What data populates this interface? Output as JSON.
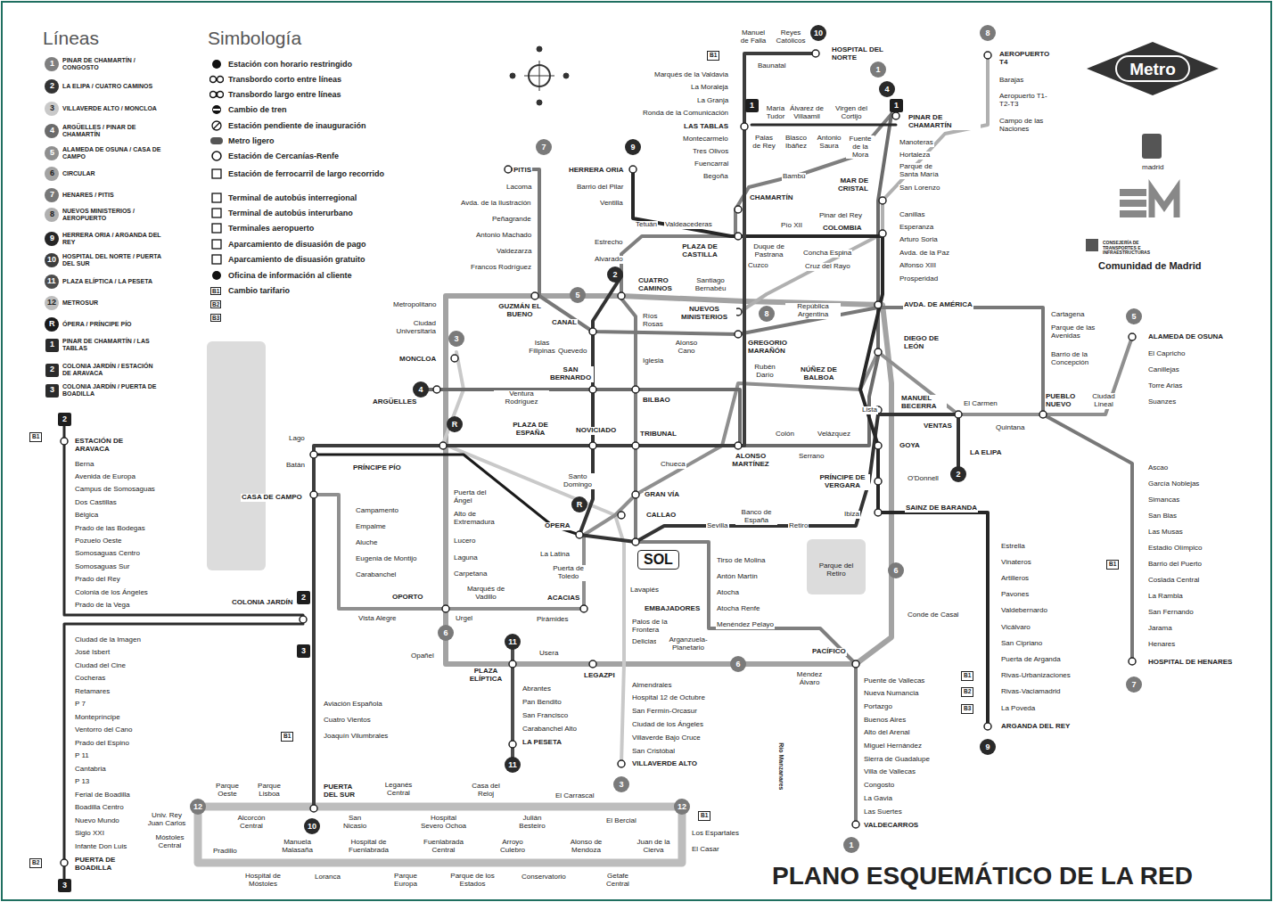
{
  "diagram": {
    "title": "PLANO ESQUEMÁTICO DE LA RED",
    "nodes": [
      {
        "text": [
          "Metro"
        ]
      },
      {
        "text": [
          "SOL"
        ]
      },
      {
        "text": [
          "10"
        ]
      },
      {
        "text": [
          "1"
        ]
      },
      {
        "text": [
          "1"
        ]
      },
      {
        "text": [
          "1"
        ]
      },
      {
        "text": [
          "4"
        ]
      },
      {
        "text": [
          "8"
        ]
      },
      {
        "text": [
          "9"
        ]
      },
      {
        "text": [
          "7"
        ]
      },
      {
        "text": [
          "2"
        ]
      },
      {
        "text": [
          "5"
        ]
      },
      {
        "text": [
          "3"
        ]
      },
      {
        "text": [
          "8"
        ]
      },
      {
        "text": [
          "4"
        ]
      },
      {
        "text": [
          "R"
        ]
      },
      {
        "text": [
          "R"
        ]
      },
      {
        "text": [
          "2"
        ]
      },
      {
        "text": [
          "5"
        ]
      },
      {
        "text": [
          "6"
        ]
      },
      {
        "text": [
          "6"
        ]
      },
      {
        "text": [
          "6"
        ]
      },
      {
        "text": [
          "11"
        ]
      },
      {
        "text": [
          "11"
        ]
      },
      {
        "text": [
          "3"
        ]
      },
      {
        "text": [
          "1"
        ]
      },
      {
        "text": [
          "9"
        ]
      },
      {
        "text": [
          "7"
        ]
      },
      {
        "text": [
          "10"
        ]
      },
      {
        "text": [
          "12"
        ]
      },
      {
        "text": [
          "12"
        ]
      },
      {
        "text": [
          "2"
        ]
      },
      {
        "text": [
          "2"
        ]
      },
      {
        "text": [
          "3"
        ]
      },
      {
        "text": [
          "3"
        ]
      },
      {
        "text": [
          "B1"
        ]
      },
      {
        "text": [
          "B1"
        ]
      },
      {
        "text": [
          "B2"
        ]
      },
      {
        "text": [
          "B3"
        ]
      },
      {
        "text": [
          "B1"
        ]
      },
      {
        "text": [
          "B1"
        ]
      },
      {
        "text": [
          "B1"
        ]
      },
      {
        "text": [
          "B1"
        ]
      },
      {
        "text": [
          "B2"
        ]
      }
    ],
    "labels": [
      "Líneas",
      "Simbología",
      "1",
      "2",
      "3",
      "4",
      "5",
      "6",
      "7",
      "8",
      "9",
      "10",
      "11",
      "12",
      "R",
      "1",
      "2",
      "3",
      "B1",
      "B2",
      "B3",
      "Manuel de Falla",
      "Reyes Católicos",
      "HOSPITAL DEL NORTE",
      "Baunatal",
      "Marqués de la Valdavia",
      "La Moraleja",
      "La Granja",
      "Ronda de la Comunicación",
      "LAS TABLAS",
      "Montecarmelo",
      "Tres Olivos",
      "Fuencarral",
      "Begoña",
      "CHAMARTÍN",
      "María Tudor",
      "Álvarez de Villaamil",
      "Virgen del Cortijo",
      "Palas de Rey",
      "Blasco Ibáñez",
      "Antonio Saura",
      "Fuente de la Mora",
      "PINAR DE CHAMARTÍN",
      "Manoteras",
      "Hortaleza",
      "Parque de Santa María",
      "San Lorenzo",
      "MAR DE CRISTAL",
      "Canillas",
      "Esperanza",
      "Arturo Soria",
      "Avda. de la Paz",
      "Alfonso XIII",
      "Prosperidad",
      "AEROPUERTO T4",
      "Barajas",
      "Aeropuerto T1-T2-T3",
      "Campo de las Naciones",
      "Bambú",
      "Pinar del Rey",
      "COLOMBIA",
      "Pío XII",
      "Duque de Pastrana",
      "Concha Espina",
      "Cruz del Rayo",
      "Cuzco",
      "PLAZA DE CASTILLA",
      "Santiago Bernabéu",
      "Tetuán",
      "Valdeacederas",
      "Estrecho",
      "Alvarado",
      "HERRERA ORIA",
      "Barrio del Pilar",
      "Ventilla",
      "PITIS",
      "Lacoma",
      "Avda. de la Ilustración",
      "Peñagrande",
      "Antonio Machado",
      "Valdezarza",
      "Francos Rodríguez",
      "CUATRO CAMINOS",
      "GUZMÁN EL BUENO",
      "Metropolitano",
      "Ciudad Universitaria",
      "MONCLOA",
      "Ríos Rosas",
      "CANAL",
      "Islas Filipinas",
      "Quevedo",
      "Alonso Cano",
      "Iglesia",
      "NUEVOS MINISTERIOS",
      "República Argentina",
      "GREGORIO MARAÑÓN",
      "SAN BERNARDO",
      "BILBAO",
      "Rubén Darío",
      "NÚÑEZ DE BALBOA",
      "Lista",
      "AVDA. DE AMÉRICA",
      "DIEGO DE LEÓN",
      "MANUEL BECERRA",
      "El Carmen",
      "VENTAS",
      "Quintana",
      "LA ELIPA",
      "PUEBLO NUEVO",
      "Ciudad Lineal",
      "Cartagena",
      "Parque de las Avenidas",
      "Barrio de la Concepción",
      "ALAMEDA DE OSUNA",
      "El Capricho",
      "Canillejas",
      "Torre Arias",
      "Suanzes",
      "ARGÜELLES",
      "Ventura Rodríguez",
      "PLAZA DE ESPAÑA",
      "NOVICIADO",
      "TRIBUNAL",
      "ALONSO MARTÍNEZ",
      "Colón",
      "Velázquez",
      "Serrano",
      "GOYA",
      "Chueca",
      "Santo Domingo",
      "GRAN VÍA",
      "CALLAO",
      "ÓPERA",
      "Banco de España",
      "Sevilla",
      "Retiro",
      "PRÍNCIPE DE VERGARA",
      "O'Donnell",
      "Ibiza",
      "SAINZ DE BARANDA",
      "Tirso de Molina",
      "Antón Martín",
      "Atocha",
      "Atocha Renfe",
      "Menéndez Pelayo",
      "Parque del Retiro",
      "La Latina",
      "Puerta de Toledo",
      "ACACIAS",
      "EMBAJADORES",
      "Lavapiés",
      "Palos de la Frontera",
      "Delicias",
      "Arganzuela-Planetario",
      "Pirámides",
      "LEGAZPI",
      "PACÍFICO",
      "Méndez Álvaro",
      "Conde de Casal",
      "Estrella",
      "Vinateros",
      "Artilleros",
      "Pavones",
      "Valdebernardo",
      "Vicálvaro",
      "San Cipriano",
      "Puerta de Arganda",
      "Rivas-Urbanizaciones",
      "Rivas-Vaciamadrid",
      "La Poveda",
      "ARGANDA DEL REY",
      "Ascao",
      "García Noblejas",
      "Simancas",
      "San Blas",
      "Las Musas",
      "Estadio Olímpico",
      "Barrio del Puerto",
      "Coslada Central",
      "La Rambla",
      "San Fernando",
      "Jarama",
      "Henares",
      "HOSPITAL DE HENARES",
      "Puente de Vallecas",
      "Nueva Numancia",
      "Portazgo",
      "Buenos Aires",
      "Alto del Arenal",
      "Miguel Hernández",
      "Sierra de Guadalupe",
      "Villa de Vallecas",
      "Congosto",
      "La Gavia",
      "Las Suertes",
      "VALDECARROS",
      "Río Manzanares",
      "Almendrales",
      "Hospital 12 de Octubre",
      "San Fermín-Orcasur",
      "Ciudad de los Ángeles",
      "Villaverde Bajo Cruce",
      "San Cristóbal",
      "VILLAVERDE ALTO",
      "PLAZA ELÍPTICA",
      "Abrantes",
      "Pan Bendito",
      "San Francisco",
      "Carabanchel Alto",
      "LA PESETA",
      "Usera",
      "Opañel",
      "Marqués de Vadillo",
      "Urgel",
      "OPORTO",
      "Vista Alegre",
      "Campamento",
      "Empalme",
      "Aluche",
      "Eugenia de Montijo",
      "Carabanchel",
      "Puerta del Ángel",
      "Alto de Extremadura",
      "Lucero",
      "Laguna",
      "Carpetana",
      "PRÍNCIPE PÍO",
      "Lago",
      "Batán",
      "CASA DE CAMPO",
      "COLONIA JARDÍN",
      "Aviación Española",
      "Cuatro Vientos",
      "Joaquín Vilumbrales",
      "PUERTA DEL SUR",
      "Parque Oeste",
      "Parque Lisboa",
      "Leganés Central",
      "Casa del Reloj",
      "El Carrascal",
      "Alcorcón Central",
      "San Nicasio",
      "Hospital Severo Ochoa",
      "Julián Besteiro",
      "El Bercial",
      "Manuela Malasaña",
      "Hospital de Fuenlabrada",
      "Fuenlabrada Central",
      "Arroyo Culebro",
      "Alonso de Mendoza",
      "Juan de la Cierva",
      "Univ. Rey Juan Carlos",
      "Móstoles Central",
      "Pradillo",
      "Hospital de Móstoles",
      "Loranca",
      "Parque Europa",
      "Parque de los Estados",
      "Conservatorio",
      "Getafe Central",
      "Los Espartales",
      "El Casar",
      "ESTACIÓN DE ARAVACA",
      "Berna",
      "Avenida de Europa",
      "Campus de Somosaguas",
      "Dos Castillas",
      "Bélgica",
      "Prado de las Bodegas",
      "Pozuelo Oeste",
      "Somosaguas Centro",
      "Somosaguas Sur",
      "Prado del Rey",
      "Colonia de los Ángeles",
      "Prado de la Vega",
      "Ciudad de la Imagen",
      "José Isbert",
      "Ciudad del Cine",
      "Cocheras",
      "Retamares",
      "P 7",
      "Montepríncipe",
      "Ventorro del Cano",
      "Prado del Espino",
      "P 11",
      "Cantabria",
      "P 13",
      "Ferial de Boadilla",
      "Boadilla Centro",
      "Nuevo Mundo",
      "Siglo XXI",
      "Infante Don Luis",
      "PUERTA DE BOADILLA",
      "madrid",
      "CONSEJERÍA DE TRANSPORTES E INFRAESTRUCTURAS",
      "Comunidad de Madrid"
    ],
    "legend": [
      {
        "text": "PINAR DE CHAMARTÍN / CONGOSTO",
        "color": "#7f7f7f"
      },
      {
        "text": "LA ELIPA / CUATRO CAMINOS",
        "color": "#333333"
      },
      {
        "text": "VILLAVERDE ALTO / MONCLOA",
        "color": "#c9c9c9"
      },
      {
        "text": "ARGÜELLES / PINAR DE CHAMARTÍN",
        "color": "#6b6b6b"
      },
      {
        "text": "ALAMEDA DE OSUNA / CASA DE CAMPO",
        "color": "#8f8f8f"
      },
      {
        "text": "CIRCULAR",
        "color": "#a3a3a3"
      },
      {
        "text": "HENARES / PITIS",
        "color": "#787878"
      },
      {
        "text": "NUEVOS MINISTERIOS / AEROPUERTO",
        "color": "#b0b0b0"
      },
      {
        "text": "HERRERA ORIA / ARGANDA DEL REY",
        "color": "#262626"
      },
      {
        "text": "HOSPITAL DEL NORTE / PUERTA DEL SUR",
        "color": "#3d3d3d"
      },
      {
        "text": "PLAZA ELÍPTICA / LA PESETA",
        "color": "#4d4d4d"
      },
      {
        "text": "METROSUR",
        "color": "#bdbdbd"
      },
      {
        "text": "ÓPERA / PRÍNCIPE PÍO",
        "color": "#1a1a1a"
      },
      {
        "text": "PINAR DE CHAMARTÍN / LAS TABLAS",
        "color": "#2b2b2b"
      },
      {
        "text": "COLONIA JARDÍN / ESTACIÓN DE ARAVACA",
        "color": "#2b2b2b"
      },
      {
        "text": "COLONIA JARDÍN / PUERTA DE BOADILLA",
        "color": "#2b2b2b"
      },
      {
        "text": "Estación con horario restringido"
      },
      {
        "text": "Transbordo corto entre líneas"
      },
      {
        "text": "Transbordo largo entre líneas"
      },
      {
        "text": "Cambio de tren"
      },
      {
        "text": "Estación pendiente de inauguración"
      },
      {
        "text": "Metro ligero"
      },
      {
        "text": "Estación de Cercanías-Renfe"
      },
      {
        "text": "Estación de ferrocarril de largo recorrido"
      },
      {
        "text": "Terminal de autobús interregional"
      },
      {
        "text": "Terminal de autobús interurbano"
      },
      {
        "text": "Terminales aeropuerto"
      },
      {
        "text": "Aparcamiento de disuasión de pago"
      },
      {
        "text": "Aparcamiento de disuasión gratuito"
      },
      {
        "text": "Oficina de información al cliente"
      },
      {
        "text": "Cambio tarifario"
      }
    ]
  }
}
